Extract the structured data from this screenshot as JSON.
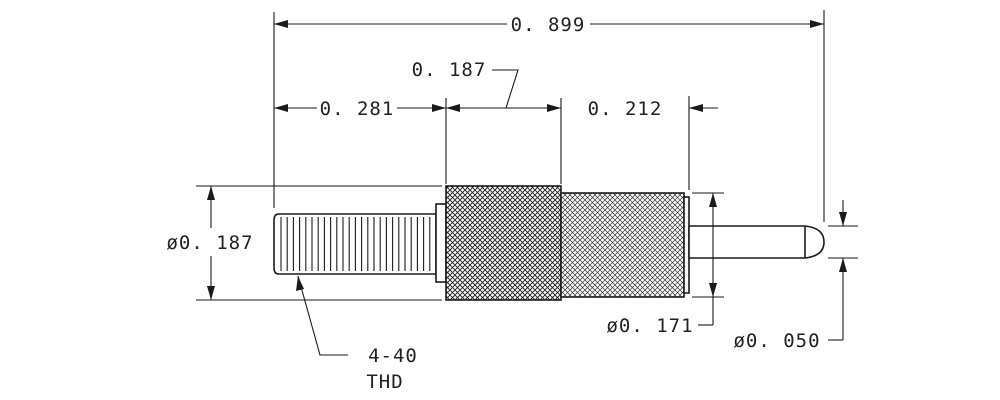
{
  "dimensions": {
    "overall_length": "0. 899",
    "knurl_length": "0. 187",
    "thread_length": "0. 281",
    "body_length": "0. 212",
    "body_diameter": "ø0. 187",
    "barrel_diameter": "ø0. 171",
    "pin_diameter": "ø0. 050"
  },
  "callouts": {
    "thread_spec_line1": "4-40",
    "thread_spec_line2": "THD"
  }
}
